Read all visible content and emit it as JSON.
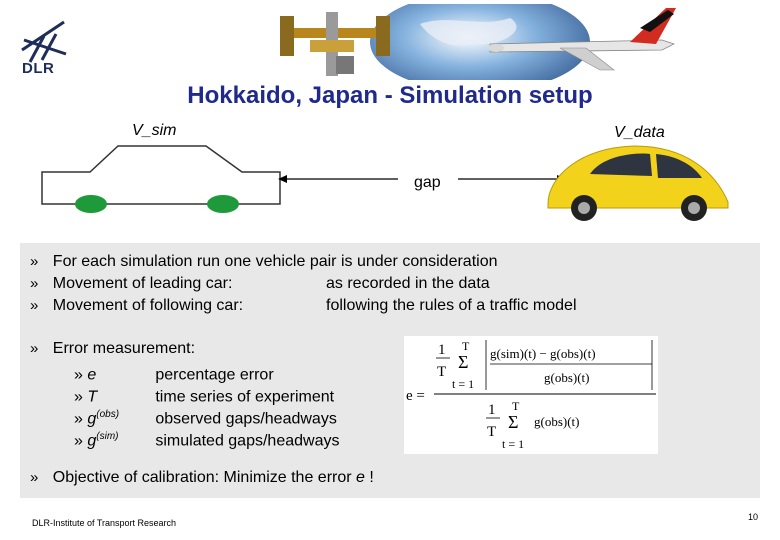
{
  "logo": {
    "text": "DLR"
  },
  "title": "Hokkaido, Japan - Simulation setup",
  "diagram": {
    "v_sim": "V_sim",
    "v_data": "V_data",
    "gap": "gap"
  },
  "bullets": [
    {
      "marker": "»",
      "text": "For each simulation run one vehicle pair is under consideration",
      "value": ""
    },
    {
      "marker": "»",
      "text": "Movement of leading car:",
      "value": "as recorded in the data"
    },
    {
      "marker": "»",
      "text": "Movement of following car:",
      "value": "following the rules of a traffic model"
    }
  ],
  "error": {
    "marker": "»",
    "heading": "Error measurement:",
    "items": [
      {
        "marker": "»",
        "symbol": "e",
        "sup": "",
        "desc": "percentage error"
      },
      {
        "marker": "»",
        "symbol": "T",
        "sup": "",
        "desc": "time series of experiment"
      },
      {
        "marker": "»",
        "symbol": "g",
        "sup": "(obs)",
        "desc": "observed gaps/headways"
      },
      {
        "marker": "»",
        "symbol": "g",
        "sup": "(sim)",
        "desc": "simulated gaps/headways"
      }
    ]
  },
  "formula": {
    "lhs": "e =",
    "one": "1",
    "T": "T",
    "sigma": "Σ",
    "t_eq_1": "t = 1",
    "num_body": "g(sim)(t) − g(obs)(t)",
    "den_body": "g(obs)(t)"
  },
  "objective": {
    "marker": "»",
    "text": "Objective of calibration: Minimize the error ",
    "symbol": "e",
    "suffix": " !"
  },
  "footer": {
    "text": "DLR-Institute of Transport Research",
    "page": "10"
  },
  "colors": {
    "title": "#1f2a8c",
    "panel": "#e8e8e8",
    "car_wheel": "#1f9a3a",
    "beetle": "#f2d21a"
  }
}
